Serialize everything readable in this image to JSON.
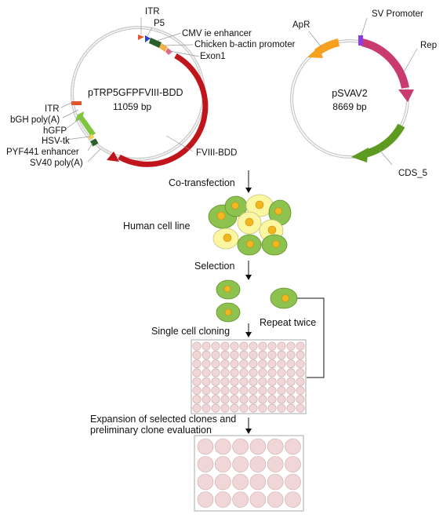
{
  "plasmid1": {
    "name": "pTRP5GFPFVIII-BDD",
    "size": "11059 bp",
    "features": {
      "itr_top": "ITR",
      "p5": "P5",
      "cmv": "CMV ie enhancer",
      "chicken": "Chicken b-actin promoter",
      "exon1": "Exon1",
      "itr_left": "ITR",
      "bgh": "bGH poly(A)",
      "hgfp": "hGFP",
      "hsvtk": "HSV-tk",
      "pyf": "PYF441 enhancer",
      "sv40": "SV40 poly(A)",
      "fviii": "FVIII-BDD"
    }
  },
  "plasmid2": {
    "name": "pSVAV2",
    "size": "8669 bp",
    "features": {
      "apr": "ApR",
      "sv_promoter": "SV Promoter",
      "rep": "Rep",
      "cds5": "CDS_5"
    }
  },
  "steps": {
    "cotransfection": "Co-transfection",
    "human_cell_line": "Human cell line",
    "selection": "Selection",
    "single_cell_cloning": "Single cell cloning",
    "repeat_twice": "Repeat twice",
    "expansion_line1": "Expansion of selected clones and",
    "expansion_line2": "preliminary clone evaluation"
  },
  "colors": {
    "fviii": "#c0151b",
    "apr": "#f5a11f",
    "rep": "#c93b6e",
    "cds5": "#5e9a1f",
    "hgfp": "#7ec63c",
    "cell_green": "#8dc24f",
    "cell_yellow": "#fbf6a2",
    "nucleus": "#f2b71f",
    "well": "#f0d6d6"
  }
}
